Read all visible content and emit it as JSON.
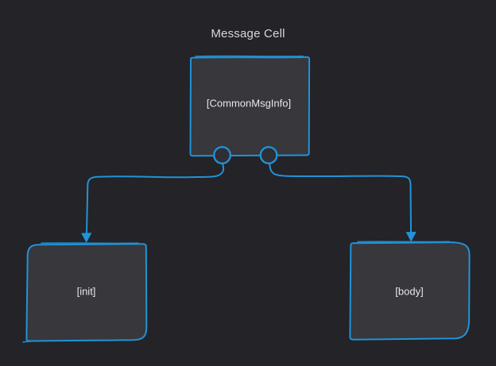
{
  "title": "Message Cell",
  "colors": {
    "bg": "#232328",
    "accent": "#2293d6",
    "node-fill": "#37373c",
    "port-fill": "#2e2e34",
    "text": "#e8e8ea",
    "title-text": "#d8d8da"
  },
  "nodes": {
    "root": {
      "label": "[CommonMsgInfo]"
    },
    "init": {
      "label": "[init]"
    },
    "body": {
      "label": "[body]"
    }
  },
  "edges": [
    {
      "from": "[CommonMsgInfo]",
      "to": "[init]"
    },
    {
      "from": "[CommonMsgInfo]",
      "to": "[body]"
    }
  ]
}
